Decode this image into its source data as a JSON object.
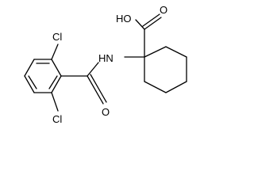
{
  "molecule": {
    "atom_labels": {
      "chlorine_top": "Cl",
      "chlorine_bottom": "Cl",
      "amide_nh": "HN",
      "amide_oxygen": "O",
      "acid_hydroxyl": "HO",
      "acid_oxygen": "O"
    }
  }
}
